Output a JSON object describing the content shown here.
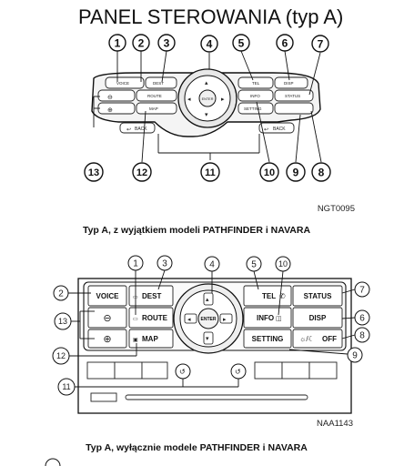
{
  "title": "PANEL STEROWANIA (typ A)",
  "top_panel": {
    "buttons": {
      "voice": "VOICE",
      "dest": "DEST",
      "route": "ROUTE",
      "map": "MAP",
      "tel": "TEL",
      "disp": "DISP",
      "info": "INFO",
      "status": "STATUS",
      "setting": "SETTING",
      "back_left": "BACK",
      "back_right": "BACK",
      "enter": "ENTER"
    },
    "callouts": [
      "1",
      "2",
      "3",
      "4",
      "5",
      "6",
      "7",
      "8",
      "9",
      "10",
      "11",
      "12",
      "13"
    ],
    "code": "NGT0095",
    "caption": "Typ A, z wyjątkiem modeli PATHFINDER i NAVARA"
  },
  "bottom_panel": {
    "buttons": {
      "voice": "VOICE",
      "dest": "DEST",
      "route": "ROUTE",
      "map": "MAP",
      "tel": "TEL",
      "status": "STATUS",
      "info": "INFO",
      "disp": "DISP",
      "setting": "SETTING",
      "off": "OFF",
      "enter": "ENTER"
    },
    "callouts": [
      "1",
      "2",
      "3",
      "4",
      "5",
      "6",
      "7",
      "8",
      "9",
      "10",
      "11",
      "12",
      "13"
    ],
    "code": "NAA1143",
    "caption": "Typ A, wyłącznie modele PATHFINDER i NAVARA"
  }
}
